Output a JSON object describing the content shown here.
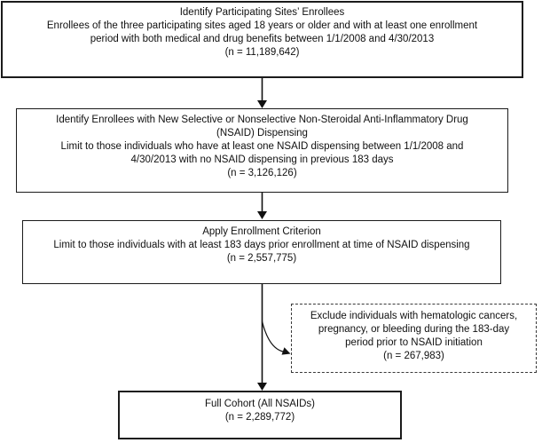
{
  "flowchart": {
    "step1": {
      "lines": [
        "Identify Participating Sites’ Enrollees",
        "Enrollees of the three participating sites aged 18 years or older and with at least one enrollment",
        "period with both medical and drug benefits between 1/1/2008 and 4/30/2013",
        "(n = 11,189,642)"
      ]
    },
    "step2": {
      "lines": [
        "Identify Enrollees with New Selective or Nonselective Non-Steroidal Anti-Inflammatory Drug",
        "(NSAID) Dispensing",
        "Limit to those individuals who have at least one NSAID dispensing between 1/1/2008 and",
        "4/30/2013 with no NSAID dispensing in previous 183 days",
        "(n = 3,126,126)"
      ]
    },
    "step3": {
      "lines": [
        "Apply Enrollment Criterion",
        "Limit to those individuals with at least 183 days prior enrollment at time of NSAID dispensing",
        "(n = 2,557,775)"
      ]
    },
    "exclusion": {
      "lines": [
        "Exclude individuals with hematologic cancers,",
        "pregnancy, or bleeding during the 183-day",
        "period prior to NSAID initiation",
        "(n = 267,983)"
      ]
    },
    "final": {
      "lines": [
        "Full Cohort (All NSAIDs)",
        "(n = 2,289,772)"
      ]
    },
    "colors": {
      "box_border": "#1b1b1b",
      "dashed_border": "#3a3a3a",
      "arrow": "#111111",
      "text": "#101010",
      "background": "#ffffff"
    }
  }
}
